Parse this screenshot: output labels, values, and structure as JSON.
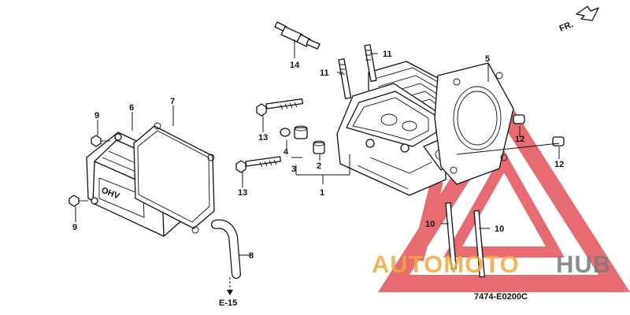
{
  "diagram": {
    "callouts": {
      "c1": "1",
      "c2": "2",
      "c3": "3",
      "c4": "4",
      "c5": "5",
      "c6": "6",
      "c7": "7",
      "c8": "8",
      "c9a": "9",
      "c9b": "9",
      "c10a": "10",
      "c10b": "10",
      "c11a": "11",
      "c11b": "11",
      "c12a": "12",
      "c12b": "12",
      "c13a": "13",
      "c13b": "13",
      "c14": "14"
    },
    "cover_lettering": "OHV",
    "direction_label": "FR.",
    "reference_label": "E-15",
    "drawing_code": "7474-E0200C"
  },
  "watermark": {
    "word_orange": "AUTOMOTO",
    "word_gray": "HUB",
    "colors": {
      "red": "#d9131b",
      "orange": "#f2a93b",
      "gray": "#7a7a7a"
    }
  }
}
